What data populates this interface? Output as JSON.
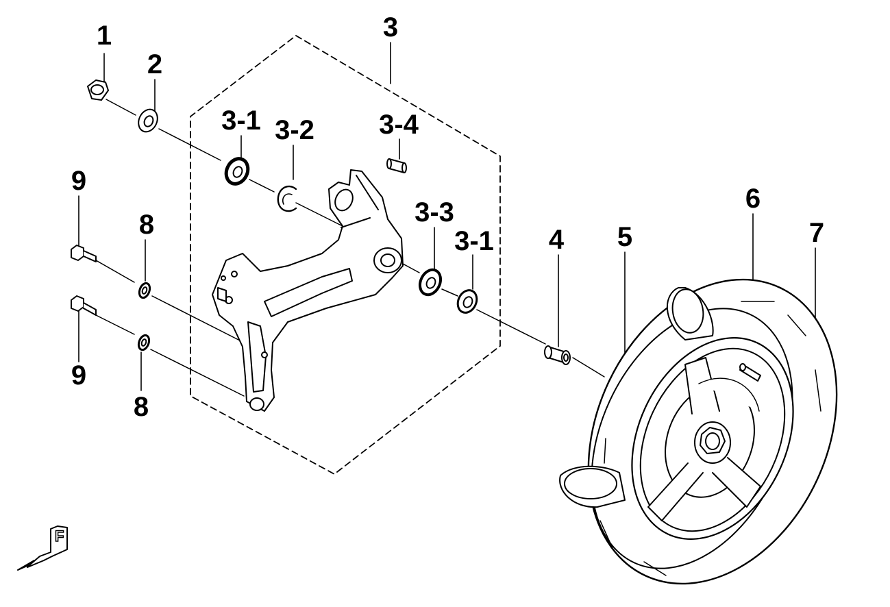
{
  "callouts": {
    "p1": "1",
    "p2": "2",
    "p3": "3",
    "p3_1a": "3-1",
    "p3_2": "3-2",
    "p3_4": "3-4",
    "p3_3": "3-3",
    "p3_1b": "3-1",
    "p4": "4",
    "p5": "5",
    "p6": "6",
    "p7": "7",
    "p8a": "8",
    "p8b": "8",
    "p9a": "9",
    "p9b": "9"
  },
  "direction_mark": "F",
  "colors": {
    "line": "#000000",
    "fill": "#ffffff",
    "shade": "#e6e6e6"
  }
}
